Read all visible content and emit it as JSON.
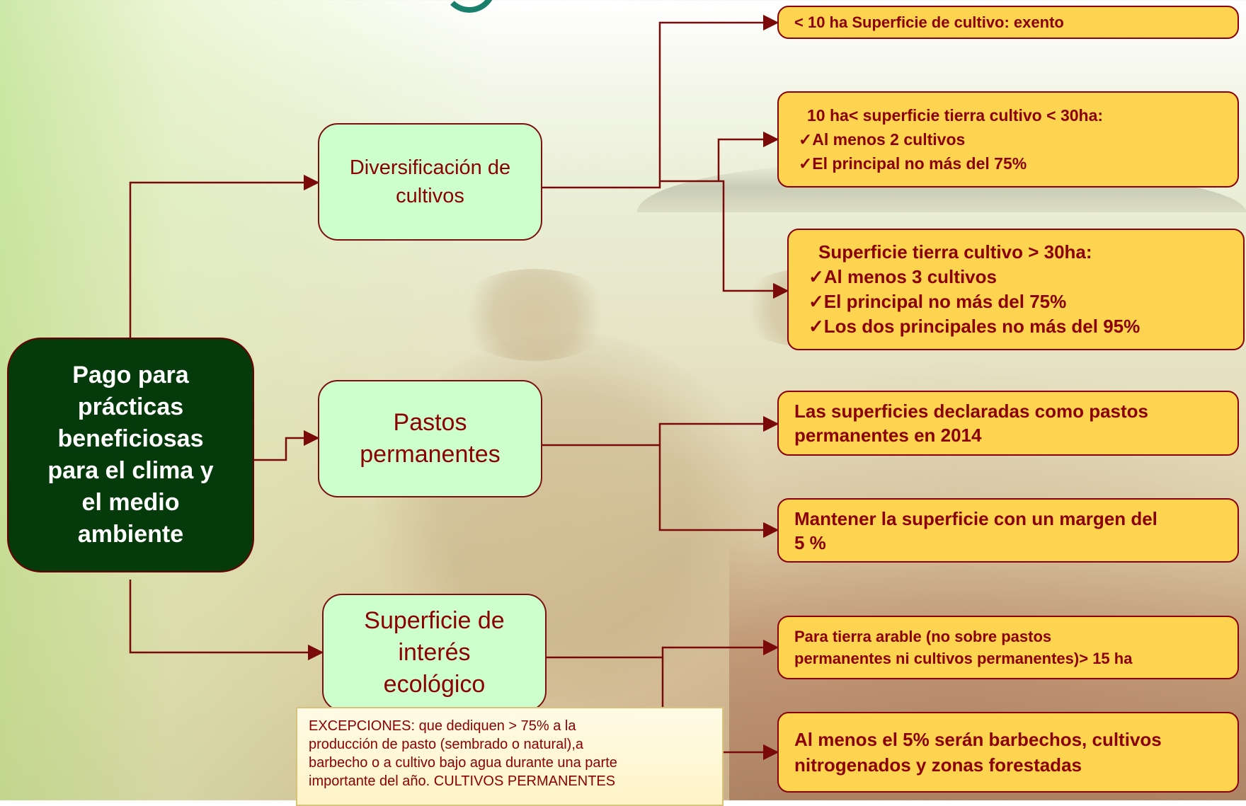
{
  "root": {
    "lines": [
      "Pago para",
      "prácticas",
      "beneficiosas",
      "para el clima y",
      "el medio",
      "ambiente"
    ]
  },
  "categories": [
    {
      "lines": [
        "Diversificación de",
        "cultivos"
      ]
    },
    {
      "lines": [
        "Pastos",
        "permanentes"
      ]
    },
    {
      "lines": [
        "Superficie de",
        "interés",
        "ecológico"
      ]
    }
  ],
  "rules": {
    "div_1": {
      "lines": [
        "< 10 ha Superficie de cultivo: exento"
      ]
    },
    "div_2": {
      "lines": [
        "10 ha< superficie tierra cultivo < 30ha:",
        "✓Al menos 2 cultivos",
        "✓El principal no más del 75%"
      ]
    },
    "div_3": {
      "lines": [
        "Superficie tierra cultivo > 30ha:",
        "✓Al menos 3 cultivos",
        "✓El principal no más del 75%",
        "✓Los dos principales no más del 95%"
      ]
    },
    "past_1": {
      "lines": [
        "Las superficies declaradas como pastos",
        "permanentes en 2014"
      ]
    },
    "past_2": {
      "lines": [
        "Mantener la superficie con un margen del",
        "5 %"
      ]
    },
    "eco_1": {
      "lines": [
        "Para tierra arable (no sobre pastos",
        "permanentes ni cultivos permanentes)> 15 ha"
      ]
    },
    "eco_2": {
      "lines": [
        "Al menos el 5% serán barbechos, cultivos",
        "nitrogenados y zonas forestadas"
      ]
    }
  },
  "exceptions": {
    "lines": [
      "EXCEPCIONES: que dediquen > 75% a la",
      "producción de pasto (sembrado o natural),a",
      "barbecho o a cultivo bajo agua durante una parte",
      "importante del año.  CULTIVOS PERMANENTES"
    ]
  },
  "colors": {
    "root_fill": "#053a0b",
    "category_fill": "#ccffcc",
    "rule_fill": "#fcd44f",
    "text_dark_red": "#8b0000",
    "connector": "#7a0a0a"
  }
}
